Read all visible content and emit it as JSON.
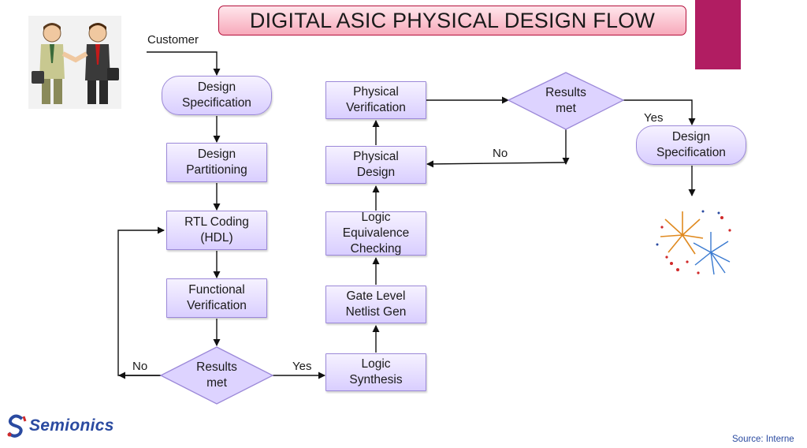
{
  "title": "DIGITAL ASIC PHYSICAL DESIGN FLOW",
  "customer_label": "Customer",
  "nodes": {
    "design_spec_1": "Design\nSpecification",
    "design_partitioning": "Design\nPartitioning",
    "rtl_coding": "RTL Coding\n(HDL)",
    "functional_verification": "Functional\nVerification",
    "results_met_1": "Results\nmet",
    "logic_synthesis": "Logic\nSynthesis",
    "gate_level_netlist": "Gate Level\nNetlist Gen",
    "logic_equivalence": "Logic\nEquivalence\nChecking",
    "physical_design": "Physical\nDesign",
    "physical_verification": "Physical\nVerification",
    "results_met_2": "Results\nmet",
    "design_spec_2": "Design\nSpecification"
  },
  "edge_labels": {
    "no_left": "No",
    "yes_bottom": "Yes",
    "no_top": "No",
    "yes_right": "Yes"
  },
  "logo": "Semionics",
  "source": "Source: Interne",
  "colors": {
    "node_fill": "#d9ceff",
    "node_border": "#9b88d8",
    "title_border": "#b4103c",
    "accent": "#b11d62",
    "logo": "#2a4aa0"
  }
}
